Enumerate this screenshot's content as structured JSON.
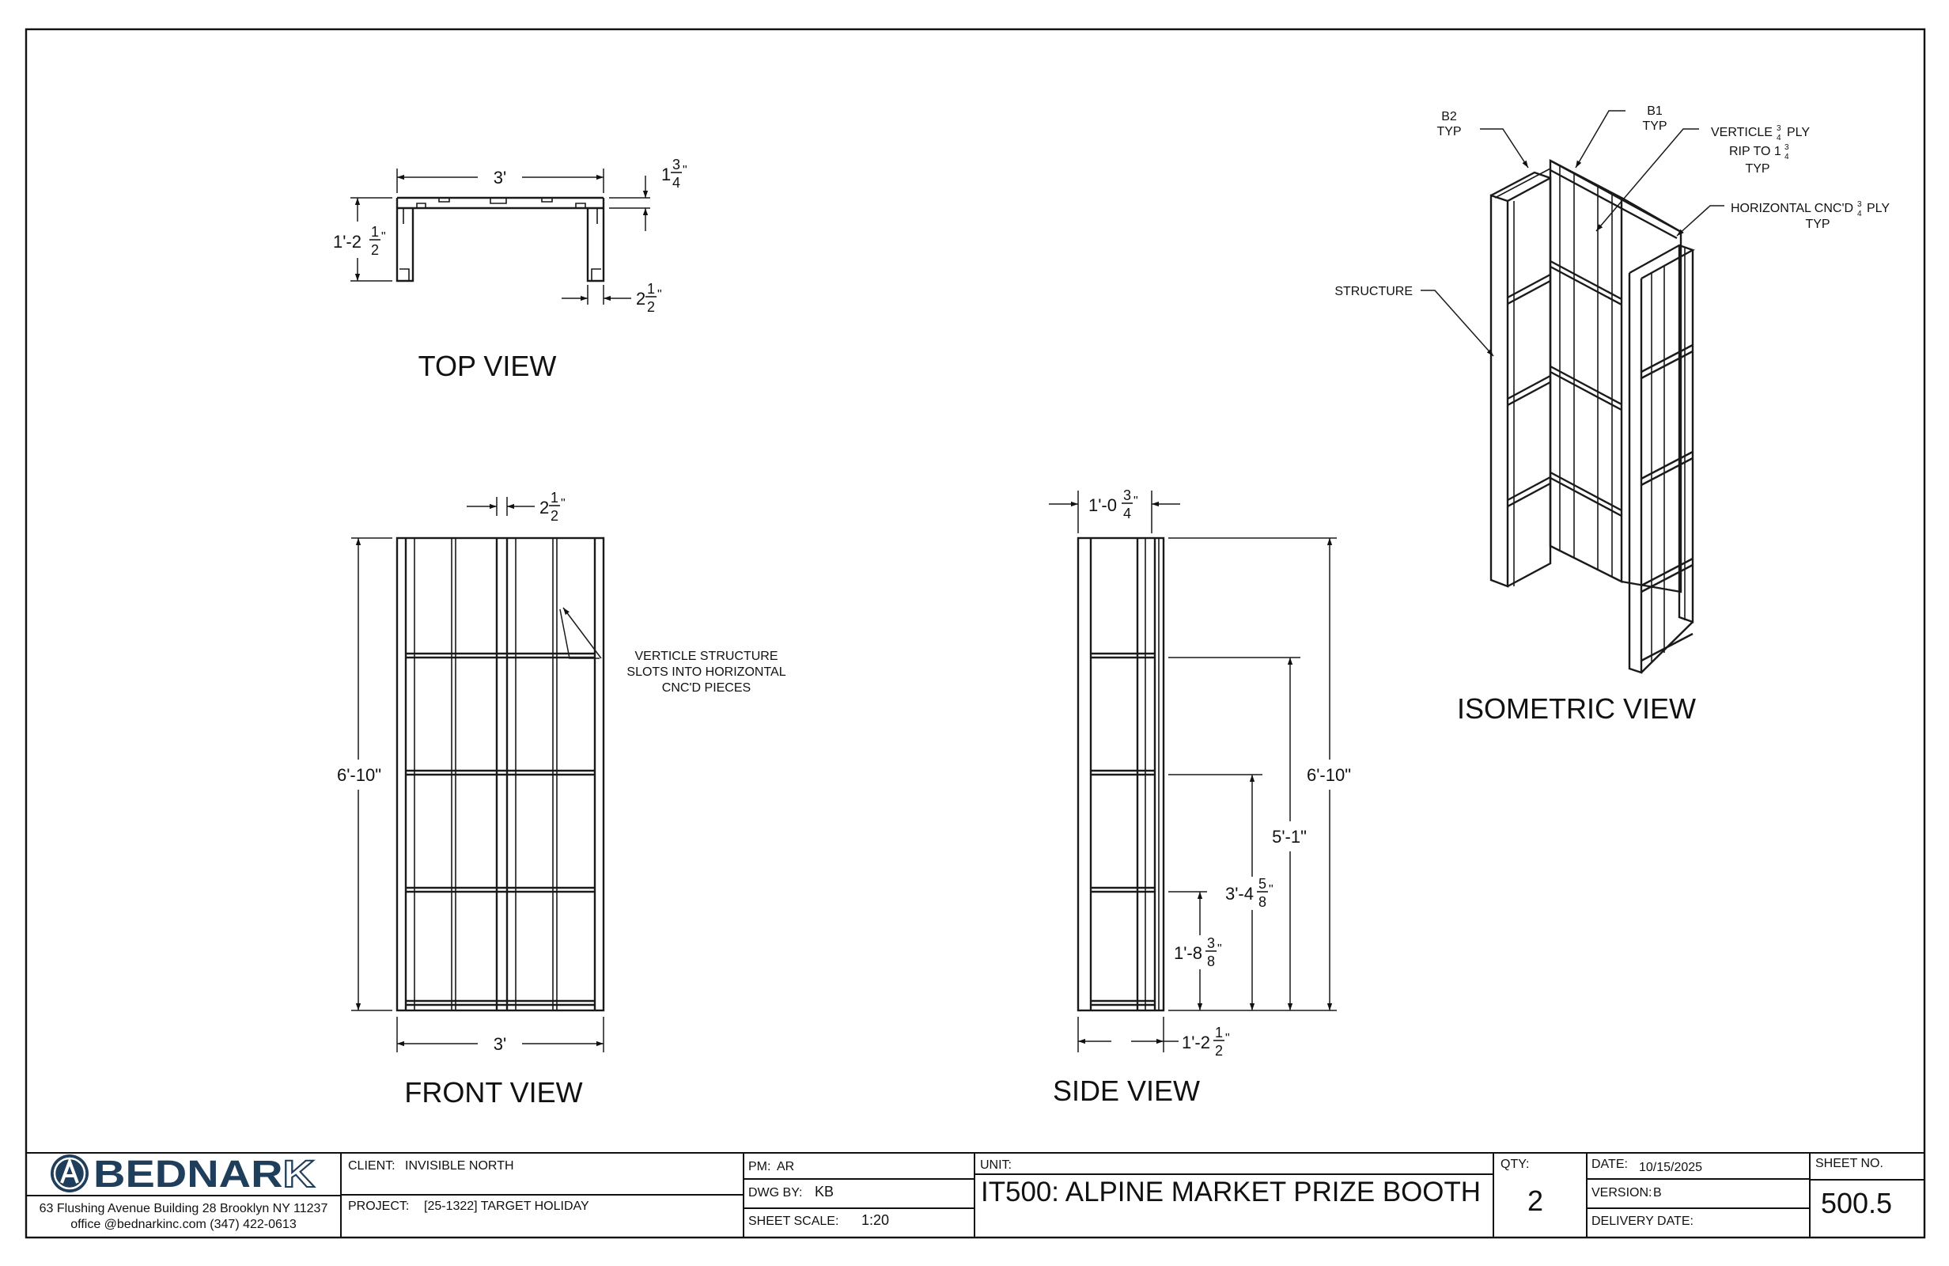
{
  "views": {
    "top": {
      "title": "TOP VIEW",
      "dims": {
        "width": "3'",
        "depth": "1'-2",
        "depth_frac": {
          "num": "1",
          "den": "2"
        },
        "edge": "1",
        "edge_frac": {
          "num": "3",
          "den": "4"
        },
        "post": "2",
        "post_frac": {
          "num": "1",
          "den": "2"
        }
      }
    },
    "front": {
      "title": "FRONT VIEW",
      "dims": {
        "width": "3'",
        "height": "6'-10\"",
        "stile": "2",
        "stile_frac": {
          "num": "1",
          "den": "2"
        }
      },
      "note": [
        "VERTICLE STRUCTURE",
        "SLOTS INTO HORIZONTAL",
        "CNC'D PIECES"
      ]
    },
    "side": {
      "title": "SIDE VIEW",
      "dims": {
        "top_width": "1'-0",
        "top_frac": {
          "num": "3",
          "den": "4"
        },
        "bottom_width": "1'-2",
        "bottom_frac": {
          "num": "1",
          "den": "2"
        },
        "h1": "6'-10\"",
        "h2": "5'-1\"",
        "h3": "3'-4",
        "h3_frac": {
          "num": "5",
          "den": "8"
        },
        "h4": "1'-8",
        "h4_frac": {
          "num": "3",
          "den": "8"
        }
      }
    },
    "iso": {
      "title": "ISOMETRIC VIEW",
      "labels": {
        "b2": [
          "B2",
          "TYP"
        ],
        "b1": [
          "B1",
          "TYP"
        ],
        "vert": [
          "VERTICLE",
          "PLY",
          "RIP TO 1",
          "TYP"
        ],
        "horiz": [
          "HORIZONTAL CNC'D",
          "PLY",
          "TYP"
        ],
        "structure": "STRUCTURE"
      }
    }
  },
  "title_block": {
    "logo_text": "BEDNARK",
    "address": "63 Flushing Avenue Building 28 Brooklyn NY 11237",
    "contact": "office @bednarkinc.com   (347) 422-0613",
    "client_label": "CLIENT:",
    "client_value": "INVISIBLE NORTH",
    "project_label": "PROJECT:",
    "project_value": "[25-1322] TARGET HOLIDAY",
    "pm_label": "PM:",
    "pm_value": "AR",
    "dwg_label": "DWG BY:",
    "dwg_value": "KB",
    "scale_label": "SHEET SCALE:",
    "scale_value": "1:20",
    "unit_label": "UNIT:",
    "unit_value": "IT500: ALPINE MARKET PRIZE BOOTH",
    "qty_label": "QTY:",
    "qty_value": "2",
    "date_label": "DATE:",
    "date_value": "10/15/2025",
    "version_label": "VERSION:",
    "version_value": "B",
    "delivery_label": "DELIVERY DATE:",
    "delivery_value": "",
    "sheet_label": "SHEET NO.",
    "sheet_value": "500.5"
  }
}
